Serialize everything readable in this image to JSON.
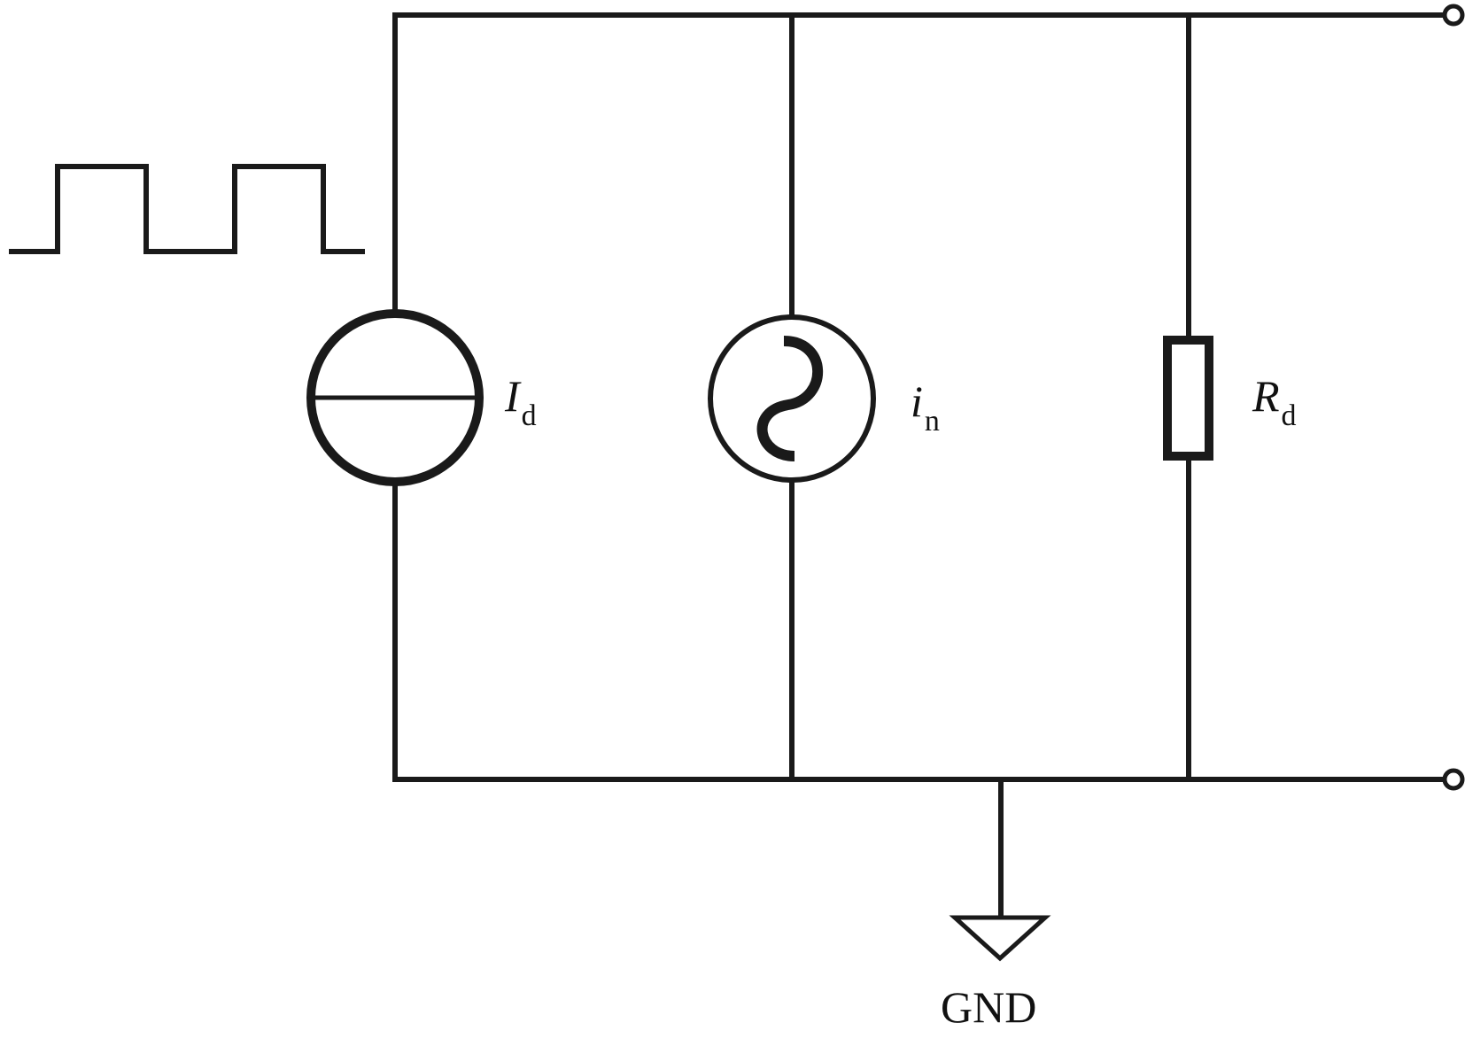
{
  "components": {
    "current_source": {
      "symbol": "I",
      "subscript": "d"
    },
    "noise_source": {
      "symbol": "i",
      "subscript": "n"
    },
    "resistor": {
      "symbol": "R",
      "subscript": "d"
    }
  },
  "ground_label": "GND",
  "colors": {
    "line": "#1a1a1a",
    "background": "#ffffff"
  },
  "icons": [
    "square-wave-icon",
    "current-source-icon",
    "ac-noise-source-icon",
    "resistor-icon",
    "ground-icon",
    "output-terminal-icon"
  ]
}
